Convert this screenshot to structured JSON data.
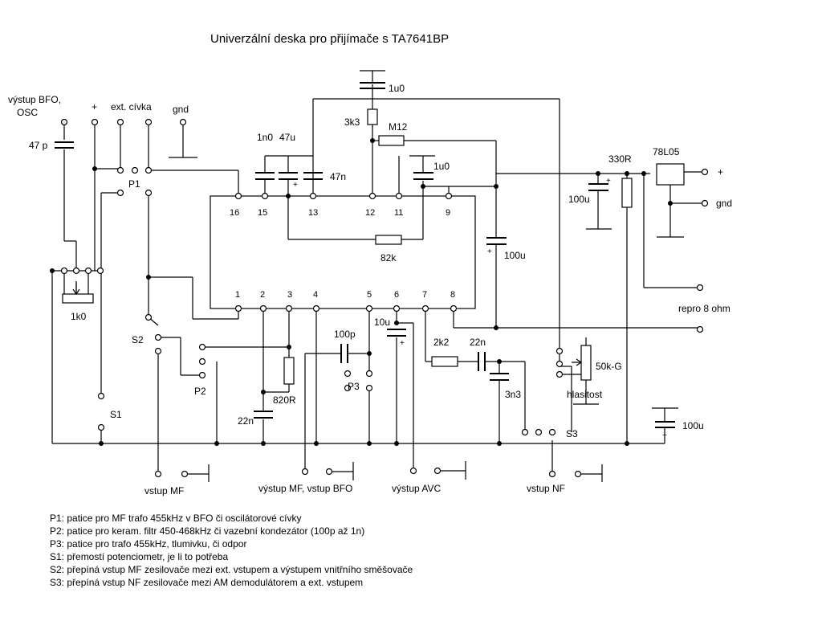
{
  "title": "Univerzální deska pro přijímače s TA7641BP",
  "ic": {
    "top_pins": [
      "16",
      "15",
      "13",
      "12",
      "11",
      "9"
    ],
    "bottom_pins": [
      "1",
      "2",
      "3",
      "4",
      "5",
      "6",
      "7",
      "8"
    ]
  },
  "top_terminals": {
    "bfo": "výstup BFO,",
    "osc": "OSC",
    "plus": "+",
    "coil": "ext. cívka",
    "gnd": "gnd"
  },
  "components": {
    "c_47p": "47  p",
    "c_1n0": "1n0",
    "c_47u": "47u",
    "c_47n": "47n",
    "c_1u0_top": "1u0",
    "r_3k3": "3k3",
    "r_m12": "M12",
    "c_1u0": "1u0",
    "r_82k": "82k",
    "c_100u_out": "100u",
    "r_1k0": "1k0",
    "c_100p": "100p",
    "c_10u": "10u",
    "r_2k2": "2k2",
    "c_22n_a": "22n",
    "c_3n3": "3n3",
    "r_820r": "820R",
    "c_22n_b": "22n",
    "r_330r": "330R",
    "reg": "78L05",
    "c_100u_reg": "100u",
    "pot_50k": "50k-G",
    "hlasitost": "hlasitost",
    "c_100u_bot": "100u"
  },
  "labels": {
    "p1": "P1",
    "p2": "P2",
    "p3": "P3",
    "s1": "S1",
    "s2": "S2",
    "s3": "S3",
    "out_plus": "+",
    "out_gnd": "gnd",
    "repro": "repro 8 ohm",
    "vstup_mf": "vstup MF",
    "vystup_mf_bfo": "výstup MF, vstup BFO",
    "vystup_avc": "výstup AVC",
    "vstup_nf": "vstup NF"
  },
  "notes": [
    "P1: patice pro MF trafo 455kHz v BFO či oscilátorové cívky",
    "P2: patice pro keram. filtr 450-468kHz  či vazební kondezátor (100p až 1n)",
    "P3: patice  pro trafo 455kHz, tlumivku, či odpor",
    "S1: přemostí potenciometr, je li to potřeba",
    "S2: přepíná vstup MF zesilovače mezi ext. vstupem a výstupem vnitřního směšovače",
    "S3: přepíná vstup NF zesilovače mezi AM demodulátorem a ext. vstupem"
  ]
}
